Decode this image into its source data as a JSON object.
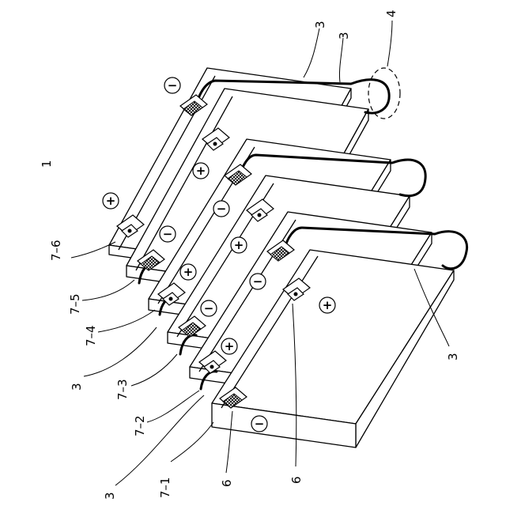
{
  "figure_number": "1",
  "labels": {
    "wire_top_a": "3",
    "wire_top_b": "3",
    "loop_marker": "4",
    "wire_bottom_right": "3",
    "wire_left_a": "3",
    "wire_left_b": "3",
    "cell_1": "7–1",
    "cell_2": "7–2",
    "cell_3": "7–3",
    "cell_4": "7–4",
    "cell_5": "7–5",
    "cell_6": "7–6",
    "terminal_a": "6",
    "terminal_b": "6"
  },
  "polarity": {
    "plus": "+",
    "minus": "−"
  }
}
